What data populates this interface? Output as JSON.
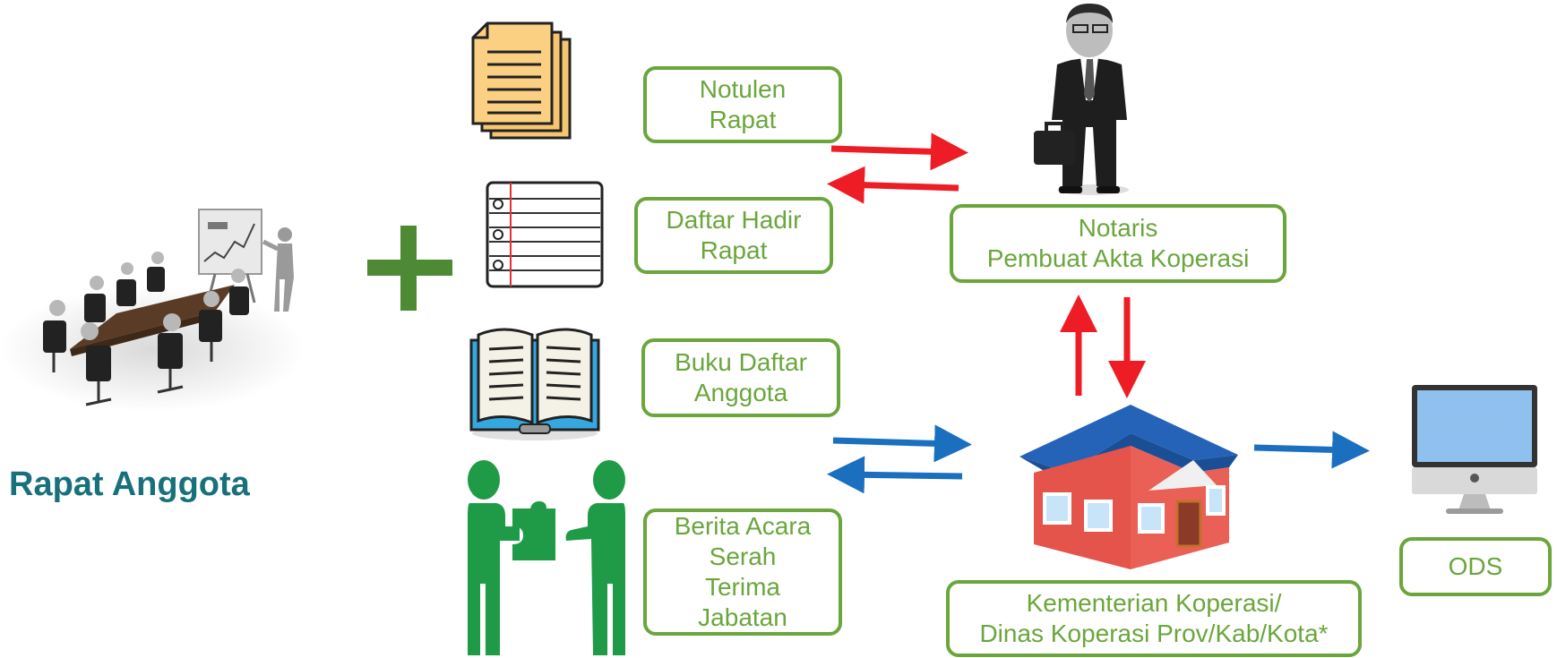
{
  "left": {
    "title": "Rapat Anggota"
  },
  "documents": [
    {
      "label": "Notulen\nRapat",
      "icon": "document-stack-icon"
    },
    {
      "label": "Daftar Hadir\nRapat",
      "icon": "notepad-icon"
    },
    {
      "label": "Buku Daftar\nAnggota",
      "icon": "open-book-icon"
    },
    {
      "label": "Berita Acara\nSerah\nTerima\nJabatan",
      "icon": "handover-icon"
    }
  ],
  "notary": {
    "label": "Notaris\nPembuat Akta Koperasi",
    "icon": "businessman-icon"
  },
  "ministry": {
    "label": "Kementerian Koperasi/\nDinas Koperasi Prov/Kab/Kota*",
    "icon": "house-icon"
  },
  "ods": {
    "label": "ODS",
    "icon": "monitor-icon"
  },
  "colors": {
    "box_border": "#6aa63c",
    "box_text": "#6aa63c",
    "title": "#17707a",
    "plus": "#4e8a34",
    "arrow_red": "#ee1c25",
    "arrow_blue": "#1b6fbf"
  }
}
